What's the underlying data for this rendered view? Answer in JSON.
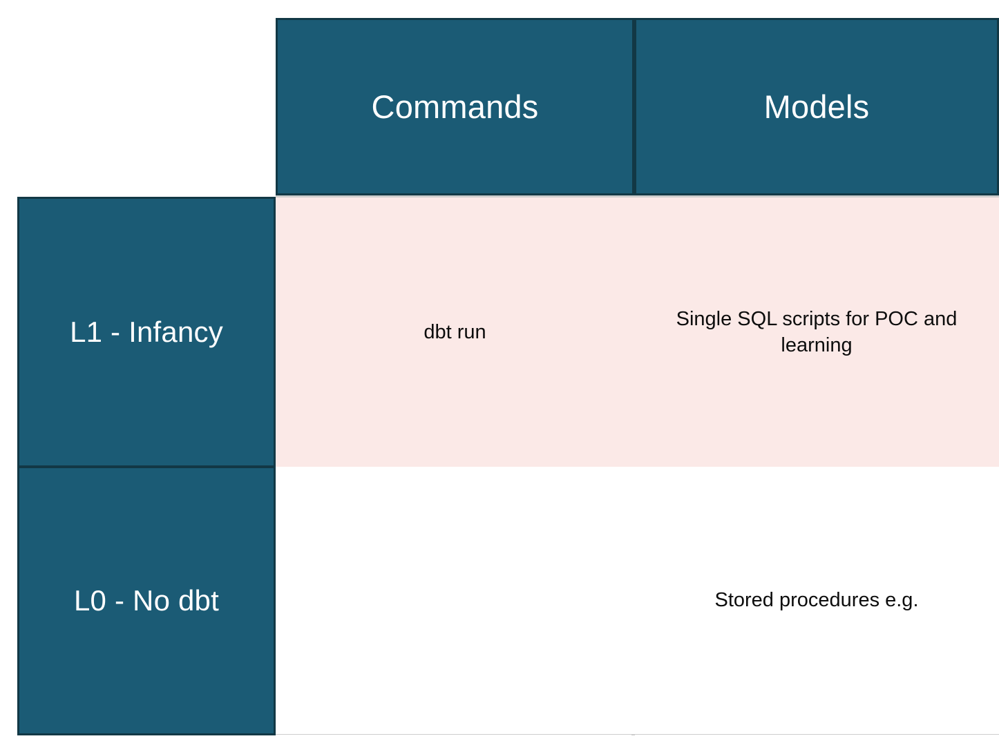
{
  "matrix": {
    "corner_cell": "",
    "column_headers": [
      {
        "id": "commands",
        "label": "Commands"
      },
      {
        "id": "models",
        "label": "Models"
      }
    ],
    "rows": [
      {
        "id": "l1",
        "header": "L1 - Infancy",
        "highlighted": true,
        "cells": [
          {
            "column": "commands",
            "text": "dbt run"
          },
          {
            "column": "models",
            "text": "Single SQL scripts for POC and learning"
          }
        ]
      },
      {
        "id": "l0",
        "header": "L0 - No dbt",
        "highlighted": false,
        "cells": [
          {
            "column": "commands",
            "text": ""
          },
          {
            "column": "models",
            "text": "Stored procedures e.g."
          }
        ]
      }
    ]
  },
  "colors": {
    "header_fill": "#1b5b75",
    "header_border": "#123845",
    "header_text": "#ffffff",
    "row_highlight_fill": "#fbe9e7",
    "row_plain_fill": "#ffffff",
    "grid_rule": "#cdcdcd",
    "body_text": "#0d0d0d",
    "page_background": "#ffffff"
  }
}
